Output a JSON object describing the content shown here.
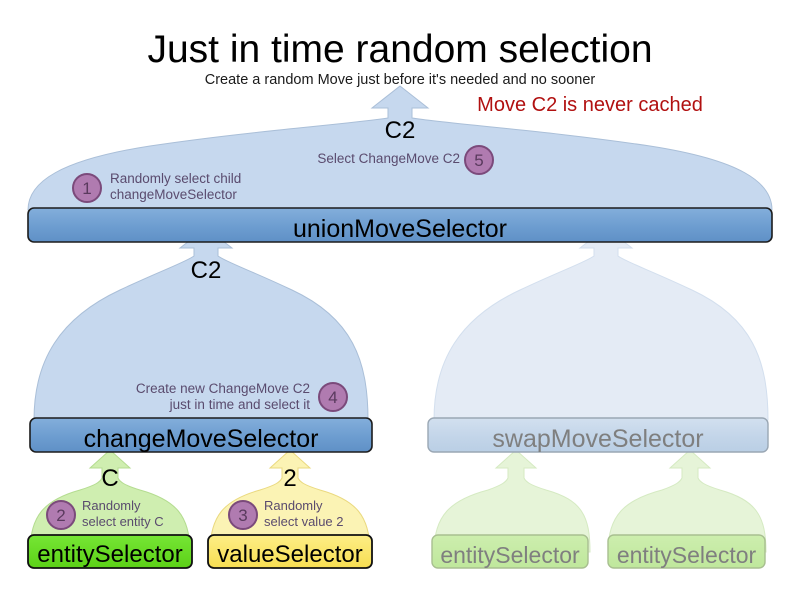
{
  "header": {
    "title": "Just in time random selection",
    "subtitle": "Create a random Move just before it's needed and no sooner",
    "warning": "Move C2 is never cached",
    "warning_color": "#b11010"
  },
  "colors": {
    "fan_blue": "#c6d8ee",
    "fan_blue_faded": "#e4ebf5",
    "fan_green": "#cfeeb0",
    "fan_green_faded": "#e6f4d8",
    "fan_yellow": "#fbf3b4",
    "bar_blue": "#6d9dd0",
    "bar_blue_faded": "#c3d5e9",
    "box_green": "#66dd22",
    "box_green_faded": "#c2e9a0",
    "box_yellow": "#fbe66a",
    "badge_fill": "#b07bb0",
    "badge_border": "#7b4a7b"
  },
  "nodes": {
    "union": {
      "label": "unionMoveSelector",
      "dim": false
    },
    "change": {
      "label": "changeMoveSelector",
      "dim": false
    },
    "swap": {
      "label": "swapMoveSelector",
      "dim": true
    },
    "entity_left": {
      "label": "entitySelector",
      "dim": false
    },
    "value_left": {
      "label": "valueSelector",
      "dim": false
    },
    "entity_right_1": {
      "label": "entitySelector",
      "dim": true
    },
    "entity_right_2": {
      "label": "entitySelector",
      "dim": true
    }
  },
  "flow_labels": {
    "top_move": "C2",
    "change_move": "C2",
    "entity_value": "C",
    "value_value": "2"
  },
  "steps": [
    {
      "number": "1",
      "text_line1": "Randomly select child",
      "text_line2": "changeMoveSelector"
    },
    {
      "number": "2",
      "text_line1": "Randomly",
      "text_line2": "select entity C"
    },
    {
      "number": "3",
      "text_line1": "Randomly",
      "text_line2": "select value 2"
    },
    {
      "number": "4",
      "text_line1": "Create new ChangeMove C2",
      "text_line2": "just in time and select it"
    },
    {
      "number": "5",
      "text_line1": "Select ChangeMove C2",
      "text_line2": ""
    }
  ]
}
